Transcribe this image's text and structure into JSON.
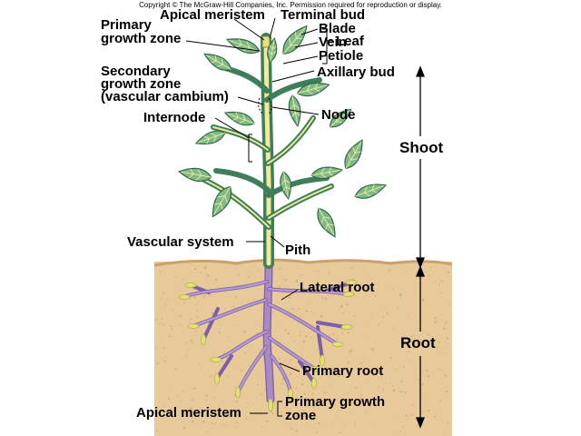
{
  "copyright": "Copyright © The McGraw-Hill Companies, Inc. Permission required for reproduction or display.",
  "labels": {
    "apical_meristem_top": "Apical meristem",
    "terminal_bud": "Terminal bud",
    "primary_growth_zone_top_1": "Primary",
    "primary_growth_zone_top_2": "growth zone",
    "blade": "Blade",
    "vein": "Vein",
    "petiole": "Petiole",
    "leaf": "Leaf",
    "secondary_1": "Secondary",
    "secondary_2": "growth zone",
    "secondary_3": "(vascular cambium)",
    "axillary_bud": "Axillary bud",
    "internode": "Internode",
    "node": "Node",
    "shoot": "Shoot",
    "vascular_system": "Vascular system",
    "pith": "Pith",
    "lateral_root": "Lateral root",
    "root": "Root",
    "primary_root": "Primary root",
    "apical_meristem_bottom": "Apical meristem",
    "primary_growth_zone_bottom_1": "Primary growth",
    "primary_growth_zone_bottom_2": "zone"
  },
  "colors": {
    "soil": "#e8c99a",
    "soil_speck": "#c9a066",
    "stem_green": "#4f9a6e",
    "stem_yellow": "#f2ea9a",
    "leaf_green": "#7fb98a",
    "leaf_dark": "#2f6a48",
    "root_purple": "#a98ac6",
    "root_tip": "#e3e07a"
  }
}
